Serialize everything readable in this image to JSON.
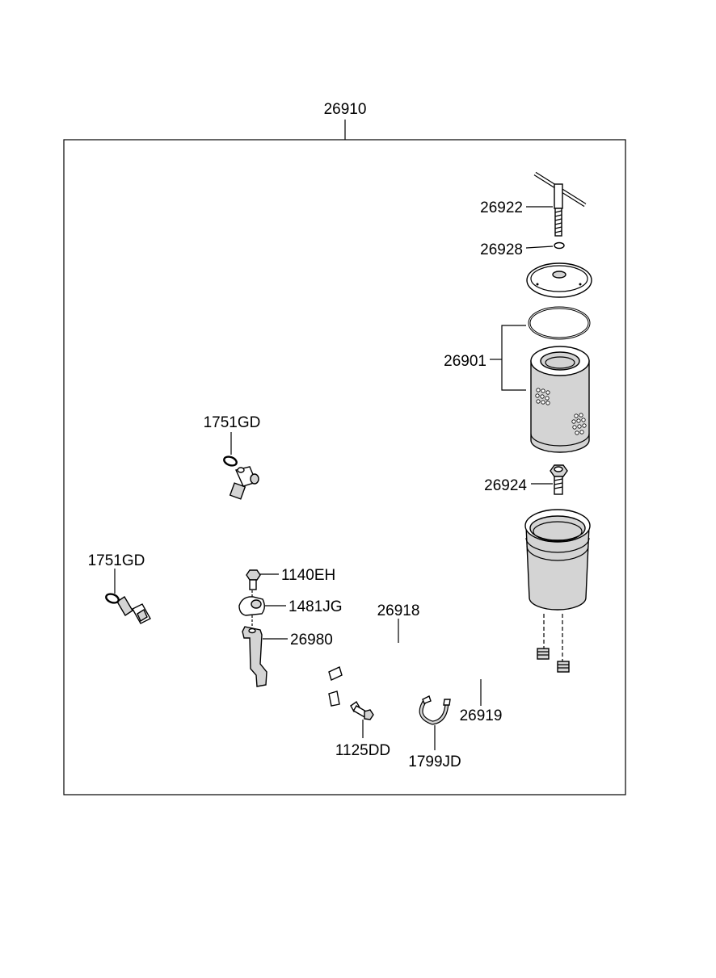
{
  "labels": {
    "assembly": "26910",
    "bolt_26922": "26922",
    "oring_26928": "26928",
    "element_26901": "26901",
    "bolt_26924": "26924",
    "oring_left_upper": "1751GD",
    "oring_left_lower": "1751GD",
    "bolt_1140EH": "1140EH",
    "clamp_1481JG": "1481JG",
    "bracket_26980": "26980",
    "tube_26918": "26918",
    "tube_26919": "26919",
    "bolt_1125DD": "1125DD",
    "clip_1799JD": "1799JD"
  }
}
